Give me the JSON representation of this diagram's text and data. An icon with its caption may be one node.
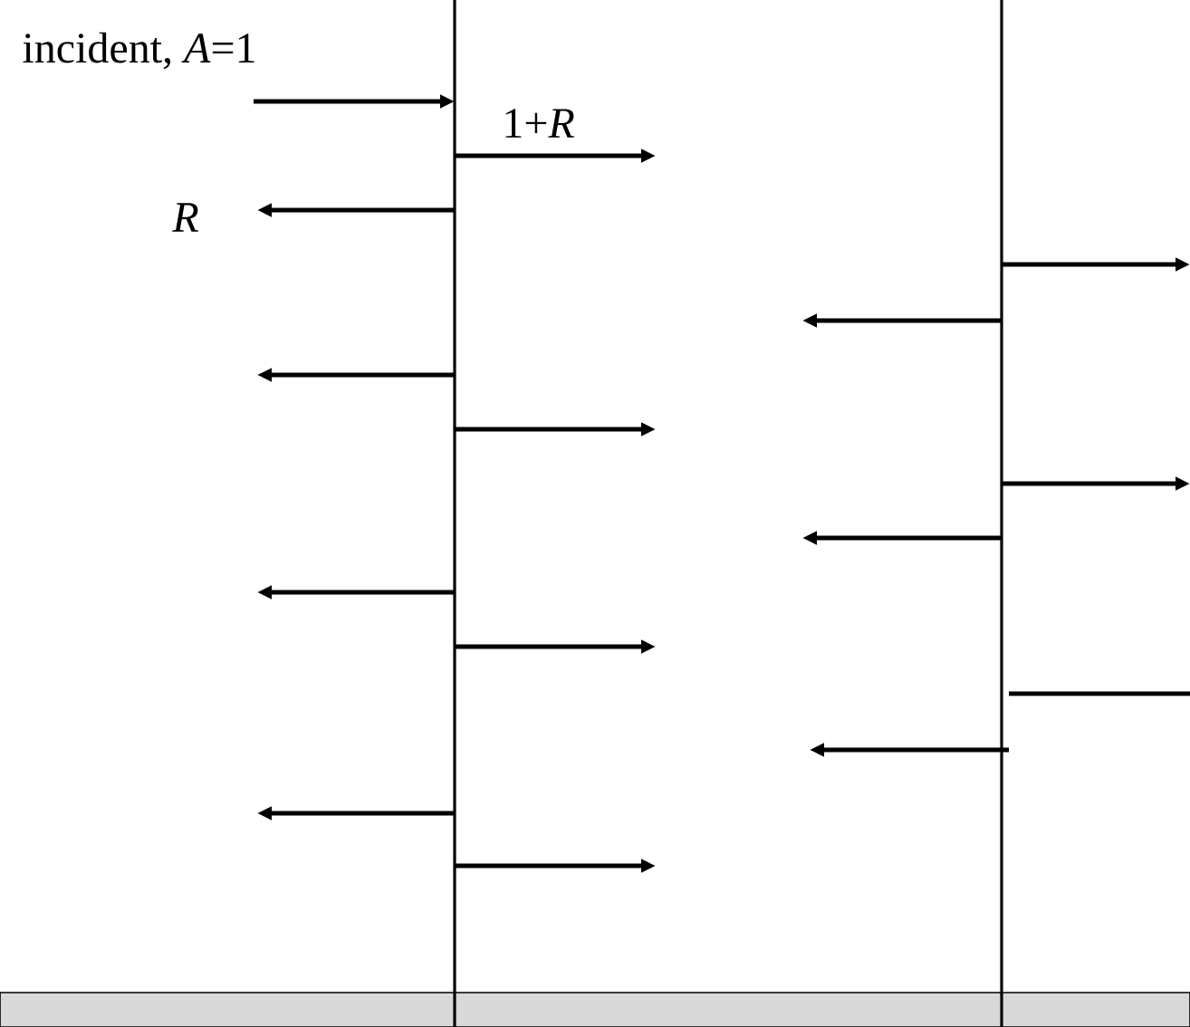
{
  "diagram": {
    "labels": [
      "incident, *A*=1",
      "1+*R*",
      "R"
    ]
  }
}
